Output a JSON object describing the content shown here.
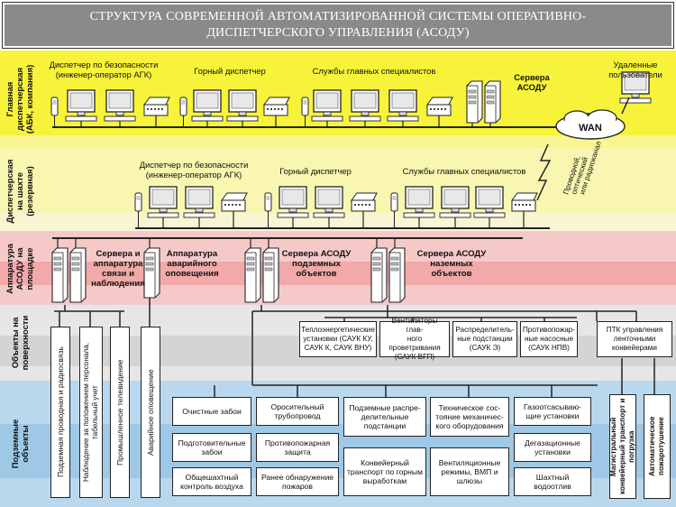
{
  "title": {
    "line1": "СТРУКТУРА СОВРЕМЕННОЙ АВТОМАТИЗИРОВАННОЙ СИСТЕМЫ ОПЕРАТИВНО-",
    "line2": "ДИСПЕТЧЕРСКОГО УПРАВЛЕНИЯ (АСОДУ)"
  },
  "bands": {
    "main": {
      "line1": "Главная",
      "line2": "диспетчерская",
      "line3": "(АБК, компания)",
      "color": "#f7f33a"
    },
    "reserve": {
      "line1": "Диспетчерская",
      "line2": "на шахте",
      "line3": "(резервная)",
      "color": "#f6f39a"
    },
    "equipment": {
      "line1": "Аппаратура",
      "line2": "АСОДУ на",
      "line3": "площадке",
      "color": "#f3aeae"
    },
    "surface": {
      "line1": "Объекты на",
      "line2": "поверхности",
      "color": "#dcdcdc"
    },
    "underground": {
      "line1": "Подземные",
      "line2": "объекты",
      "color": "#a8cde9"
    }
  },
  "main_room": {
    "security": {
      "line1": "Диспетчер по безопасности",
      "line2": "(инженер-оператор АГК)"
    },
    "mining": "Горный диспетчер",
    "specialists": "Службы главных специалистов",
    "servers": {
      "line1": "Сервера",
      "line2": "АСОДУ"
    },
    "remote": {
      "line1": "Удаленные",
      "line2": "пользователи"
    },
    "wan": "WAN",
    "link": {
      "line1": "Проводной,",
      "line2": "оптический",
      "line3": "или радиоканал"
    }
  },
  "reserve_room": {
    "security": {
      "line1": "Диспетчер по безопасности",
      "line2": "(инженер-оператор АГК)"
    },
    "mining": "Горный диспетчер",
    "specialists": "Службы главных специалистов"
  },
  "equipment": {
    "comm": {
      "line1": "Сервера и",
      "line2": "аппаратура",
      "line3": "связи и",
      "line4": "наблюдения"
    },
    "alarm": {
      "line1": "Аппаратура",
      "line2": "аварийного",
      "line3": "оповещения"
    },
    "underground_servers": {
      "line1": "Сервера АСОДУ",
      "line2": "подземных",
      "line3": "объектов"
    },
    "surface_servers": {
      "line1": "Сервера АСОДУ",
      "line2": "наземных",
      "line3": "объектов"
    }
  },
  "surface": {
    "heat": {
      "line1": "Теплоэнергетические",
      "line2": "установки (САУК КУ,",
      "line3": "САУК К, САУК ВНУ)"
    },
    "fans": {
      "line1": "Вентиляторы глав-",
      "line2": "ного проветривания",
      "line3": "(САУК ВГП)"
    },
    "substations": {
      "line1": "Распределитель-",
      "line2": "ные подстанции",
      "line3": "(САУК Э)"
    },
    "fire_pumps": {
      "line1": "Противопожар-",
      "line2": "ные насосные",
      "line3": "(САУК НПВ)"
    },
    "ptk": {
      "line1": "ПТК управления",
      "line2": "ленточными",
      "line3": "конвейерами"
    }
  },
  "underground": {
    "radio": "Подземная проводная и радиосвязь",
    "tracking": "Наблюдение за положением персонала, табельный учет",
    "tv": "Промышленное телевидение",
    "alarm": "Аварийное оповещение",
    "col1": [
      "Очистные забои",
      "Подготовительные забои",
      "Общешахтный контроль воздуха"
    ],
    "col2": [
      "Оросительный трубопровод",
      "Противопожарная защита",
      "Ранее обнаружение пожаров"
    ],
    "col3": [
      "Подземные распре-делительные подстанции",
      "Конвейерный транспорт по горным выработкам"
    ],
    "col4": [
      "Техническое сос-тояние механичес-кого оборудования",
      "Вентиляционные режимы, ВМП и шлюзы"
    ],
    "col5": [
      "Газоотсасываю-щие установки",
      "Дегазационные установки",
      "Шахтный водоотлив"
    ],
    "trunk": "Магистральный конвейерный транспорт и погрузка",
    "auto_fire": "Автоматическое пожаротушение"
  }
}
